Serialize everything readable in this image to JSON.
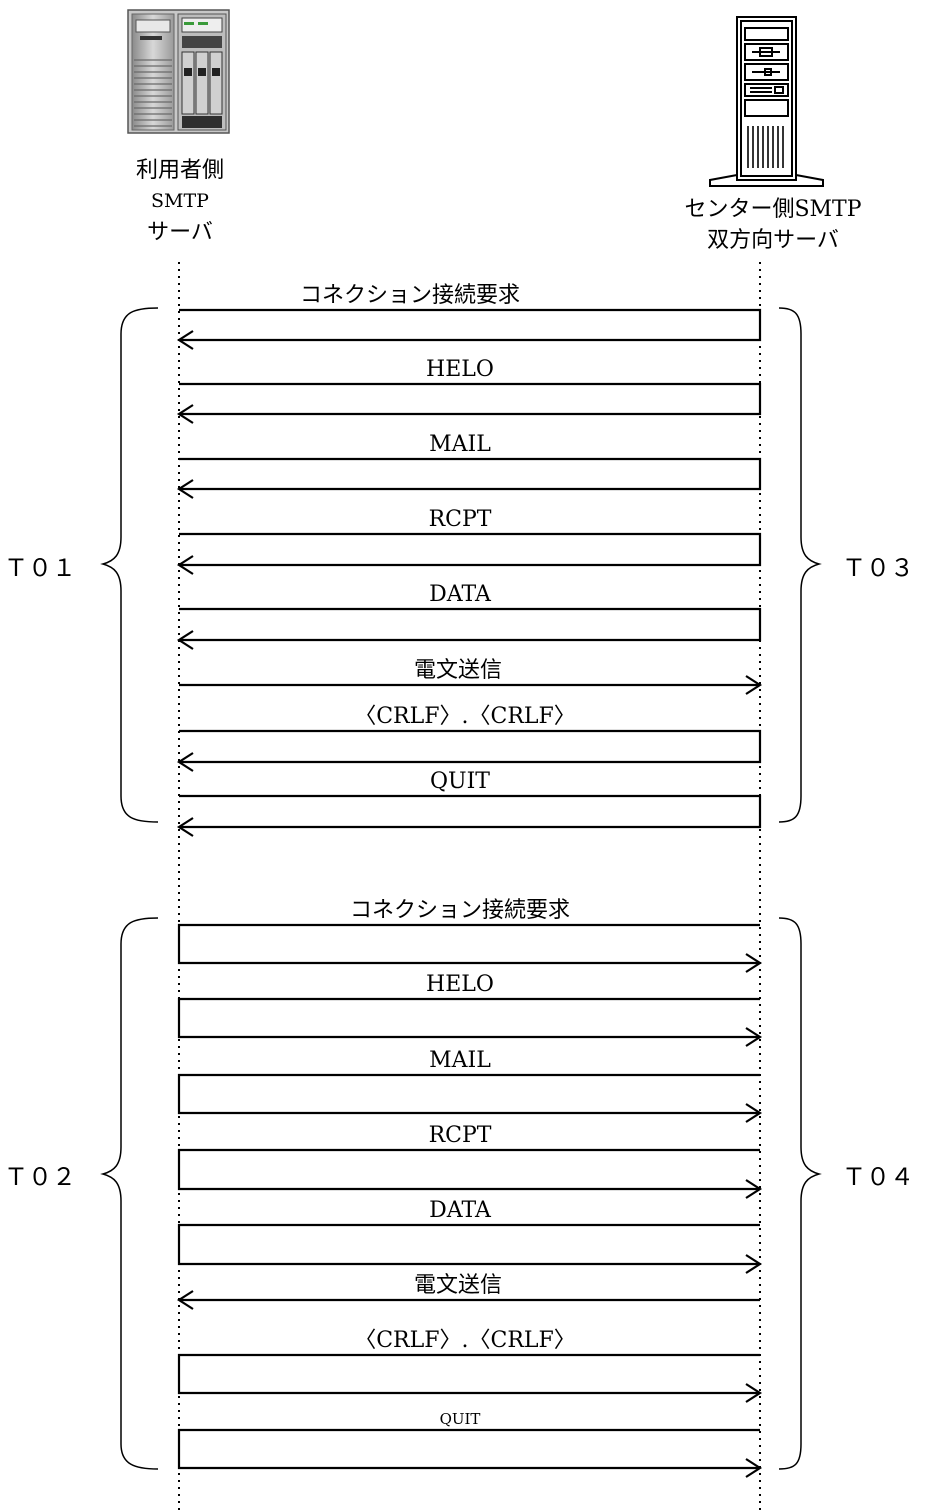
{
  "nodes": {
    "user_server": {
      "lines": [
        "利用者側",
        "SMTP",
        "サーバ"
      ],
      "icon": "server-tower-icon"
    },
    "center_server": {
      "lines": [
        "センター側SMTP",
        "双方向サーバ"
      ],
      "icon": "server-tower-icon"
    }
  },
  "groups": [
    {
      "left_label": "Ｔ０１",
      "right_label": "Ｔ０３",
      "messages": [
        {
          "label": "コネクション接続要求",
          "arrow": "to-left",
          "shape": "return"
        },
        {
          "label": "HELO",
          "arrow": "to-left",
          "shape": "return"
        },
        {
          "label": "MAIL",
          "arrow": "to-left",
          "shape": "return"
        },
        {
          "label": "RCPT",
          "arrow": "to-left",
          "shape": "return"
        },
        {
          "label": "DATA",
          "arrow": "to-left",
          "shape": "return"
        },
        {
          "label": "電文送信",
          "arrow": "to-right",
          "shape": "straight"
        },
        {
          "label": "〈CRLF〉.〈CRLF〉",
          "arrow": "to-left",
          "shape": "return"
        },
        {
          "label": "QUIT",
          "arrow": "to-left",
          "shape": "return"
        }
      ]
    },
    {
      "left_label": "Ｔ０２",
      "right_label": "Ｔ０４",
      "messages": [
        {
          "label": "コネクション接続要求",
          "arrow": "to-right",
          "shape": "return"
        },
        {
          "label": "HELO",
          "arrow": "to-right",
          "shape": "return"
        },
        {
          "label": "MAIL",
          "arrow": "to-right",
          "shape": "return"
        },
        {
          "label": "RCPT",
          "arrow": "to-right",
          "shape": "return"
        },
        {
          "label": "DATA",
          "arrow": "to-right",
          "shape": "return"
        },
        {
          "label": "電文送信",
          "arrow": "to-left",
          "shape": "straight"
        },
        {
          "label": "〈CRLF〉.〈CRLF〉",
          "arrow": "to-right",
          "shape": "return"
        },
        {
          "label": "QUIT",
          "arrow": "to-right",
          "shape": "return",
          "small": true
        }
      ]
    }
  ]
}
